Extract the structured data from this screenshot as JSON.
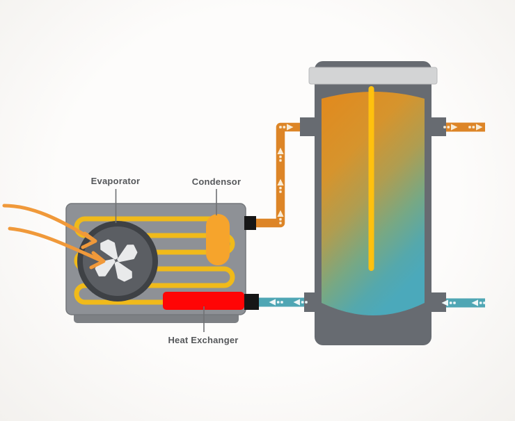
{
  "diagram": {
    "labels": {
      "evaporator": "Evaporator",
      "condensor": "Condensor",
      "heat_exchanger": "Heat Exchanger"
    },
    "colors": {
      "hot_pipe": "#dd8527",
      "cold_pipe": "#4fa6b4",
      "coil": "#f0ba1a",
      "condenser": "#f6a42c",
      "heat_exchanger": "#ff0505",
      "dip_tube": "#ffc10e",
      "air_arrow": "#f0993a",
      "unit_body": "#8e9196",
      "tank_body": "#676b71",
      "tank_cap": "#d3d4d5",
      "water_hot": "#e18a1e",
      "water_cold": "#4ba9bb",
      "fan_ring": "#3e4145",
      "fan_face": "#5b5e63",
      "fan_blades": "#e9eaeb",
      "label_text": "#55575a"
    }
  }
}
